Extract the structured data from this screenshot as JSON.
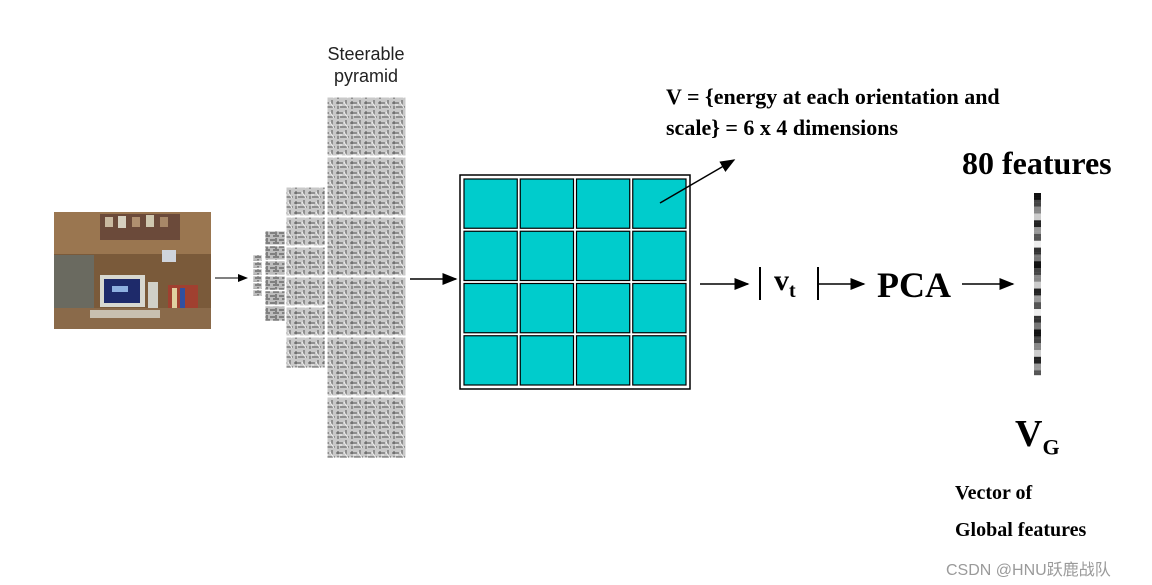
{
  "pyramid_label_line1": "Steerable",
  "pyramid_label_line2": "pyramid",
  "formula_line1": "V = {energy at each orientation and",
  "formula_line2": "scale} =  6 x 4 dimensions",
  "features_label": "80 features",
  "vt_letter": "v",
  "vt_sub": "t",
  "pca_label": "PCA",
  "vg_letter": "V",
  "vg_sub": "G",
  "caption_line1": "Vector of",
  "caption_line2": "Global features",
  "watermark": "CSDN @HNU跃鹿战队",
  "grid": {
    "rows": 4,
    "cols": 4,
    "cell_color": "#00CCCC"
  }
}
